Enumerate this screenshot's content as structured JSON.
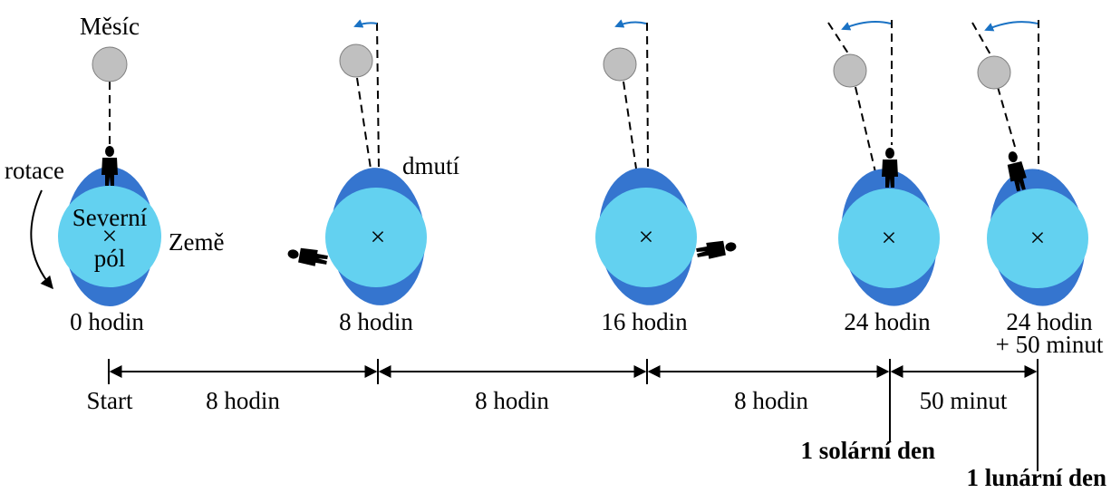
{
  "labels": {
    "moon": "Měsíc",
    "rotation": "rotace",
    "bulge": "dmutí",
    "earth": "Země",
    "north_pole_1": "Severní",
    "north_pole_2": "pól"
  },
  "stages": [
    {
      "time": "0 hodin",
      "time2": ""
    },
    {
      "time": "8 hodin",
      "time2": ""
    },
    {
      "time": "16 hodin",
      "time2": ""
    },
    {
      "time": "24 hodin",
      "time2": ""
    },
    {
      "time": "24 hodin",
      "time2": "+ 50 minut"
    }
  ],
  "timeline": {
    "start": "Start",
    "segments": [
      "8 hodin",
      "8 hodin",
      "8 hodin",
      "50 minut"
    ],
    "solar_day": "1 solární den",
    "lunar_day": "1 lunární den"
  },
  "colors": {
    "earth": "#63d1f0",
    "tidal_bulge": "#3575cf",
    "moon": "#c0c0c0",
    "arrow": "#1a72c4",
    "observer": "#000000"
  }
}
